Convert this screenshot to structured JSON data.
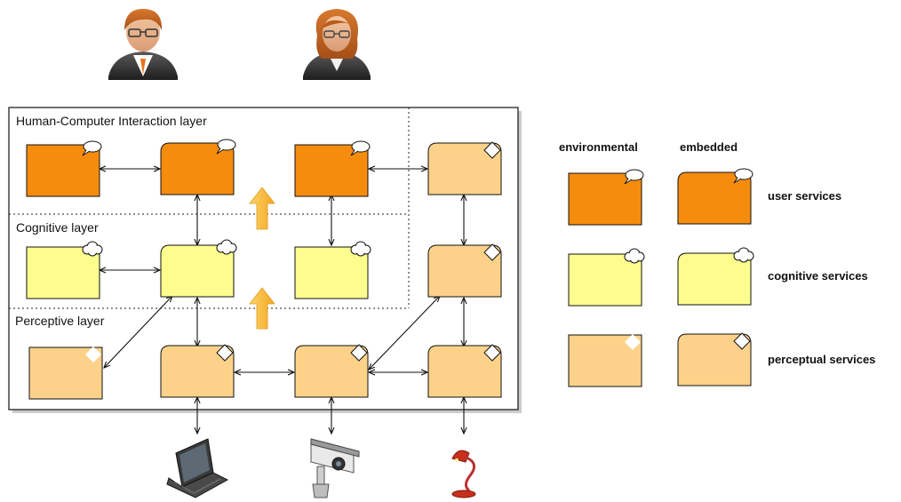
{
  "diagram": {
    "layers": {
      "hci": "Human-Computer Interaction layer",
      "cognitive": "Cognitive layer",
      "perceptive": "Perceptive layer"
    },
    "legend": {
      "col_environmental": "environmental",
      "col_embedded": "embedded",
      "row_user": "user services",
      "row_cognitive": "cognitive services",
      "row_perceptual": "perceptual services"
    },
    "colors": {
      "user": "#f68c0e",
      "cognitive": "#fdfd8e",
      "perceptual": "#fcd28a",
      "upward_arrow": "#f9c34a"
    },
    "icons": [
      "man-user-icon",
      "woman-user-icon",
      "laptop-icon",
      "security-camera-icon",
      "desk-lamp-icon"
    ]
  }
}
